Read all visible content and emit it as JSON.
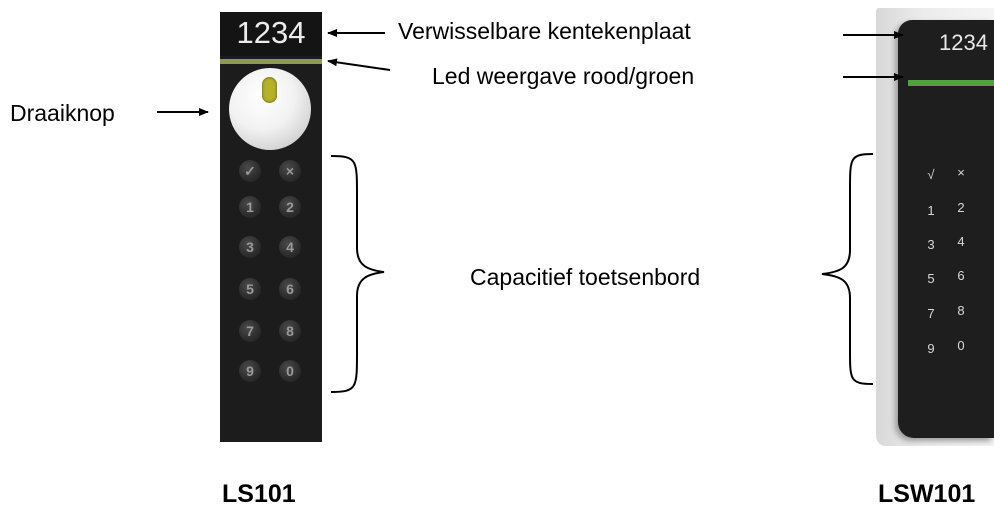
{
  "labels": {
    "verwisselbare": "Verwisselbare kentekenplaat",
    "led": "Led weergave rood/groen",
    "draaiknop": "Draaiknop",
    "capacitief": "Capacitief toetsenbord"
  },
  "devices": {
    "ls101": {
      "model": "LS101",
      "plate": "1234",
      "keys": [
        "✓",
        "×",
        "1",
        "2",
        "3",
        "4",
        "5",
        "6",
        "7",
        "8",
        "9",
        "0"
      ]
    },
    "lsw101": {
      "model": "LSW101",
      "plate": "1234",
      "keys": [
        "√",
        "×",
        "1",
        "2",
        "3",
        "4",
        "5",
        "6",
        "7",
        "8",
        "9",
        "0"
      ]
    }
  },
  "colors": {
    "led_ls101": "#8c9a52",
    "led_lsw101": "#4ea33a",
    "knob_indicator": "#b5b22a",
    "device_body": "#1c1c1c"
  }
}
